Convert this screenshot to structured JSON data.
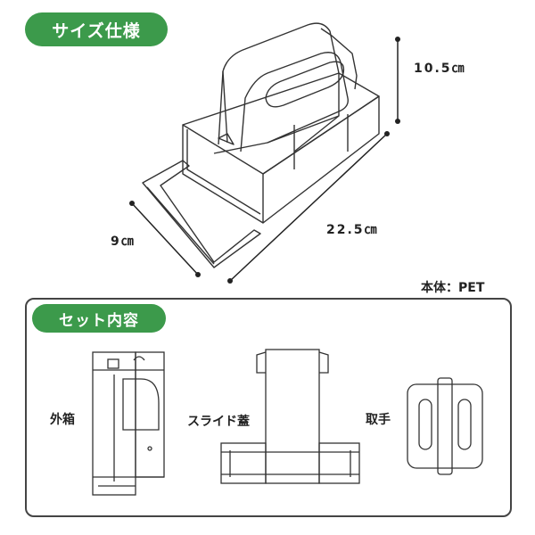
{
  "header": {
    "title": "サイズ仕様"
  },
  "dimensions": {
    "height": "10.5㎝",
    "width": "9㎝",
    "length": "22.5㎝"
  },
  "material": "本体：PET",
  "set_contents": {
    "title": "セット内容",
    "parts": [
      {
        "label": "外箱"
      },
      {
        "label": "スライド蓋"
      },
      {
        "label": "取手"
      }
    ]
  },
  "colors": {
    "accent": "#3c9a4b",
    "line": "#333333"
  }
}
